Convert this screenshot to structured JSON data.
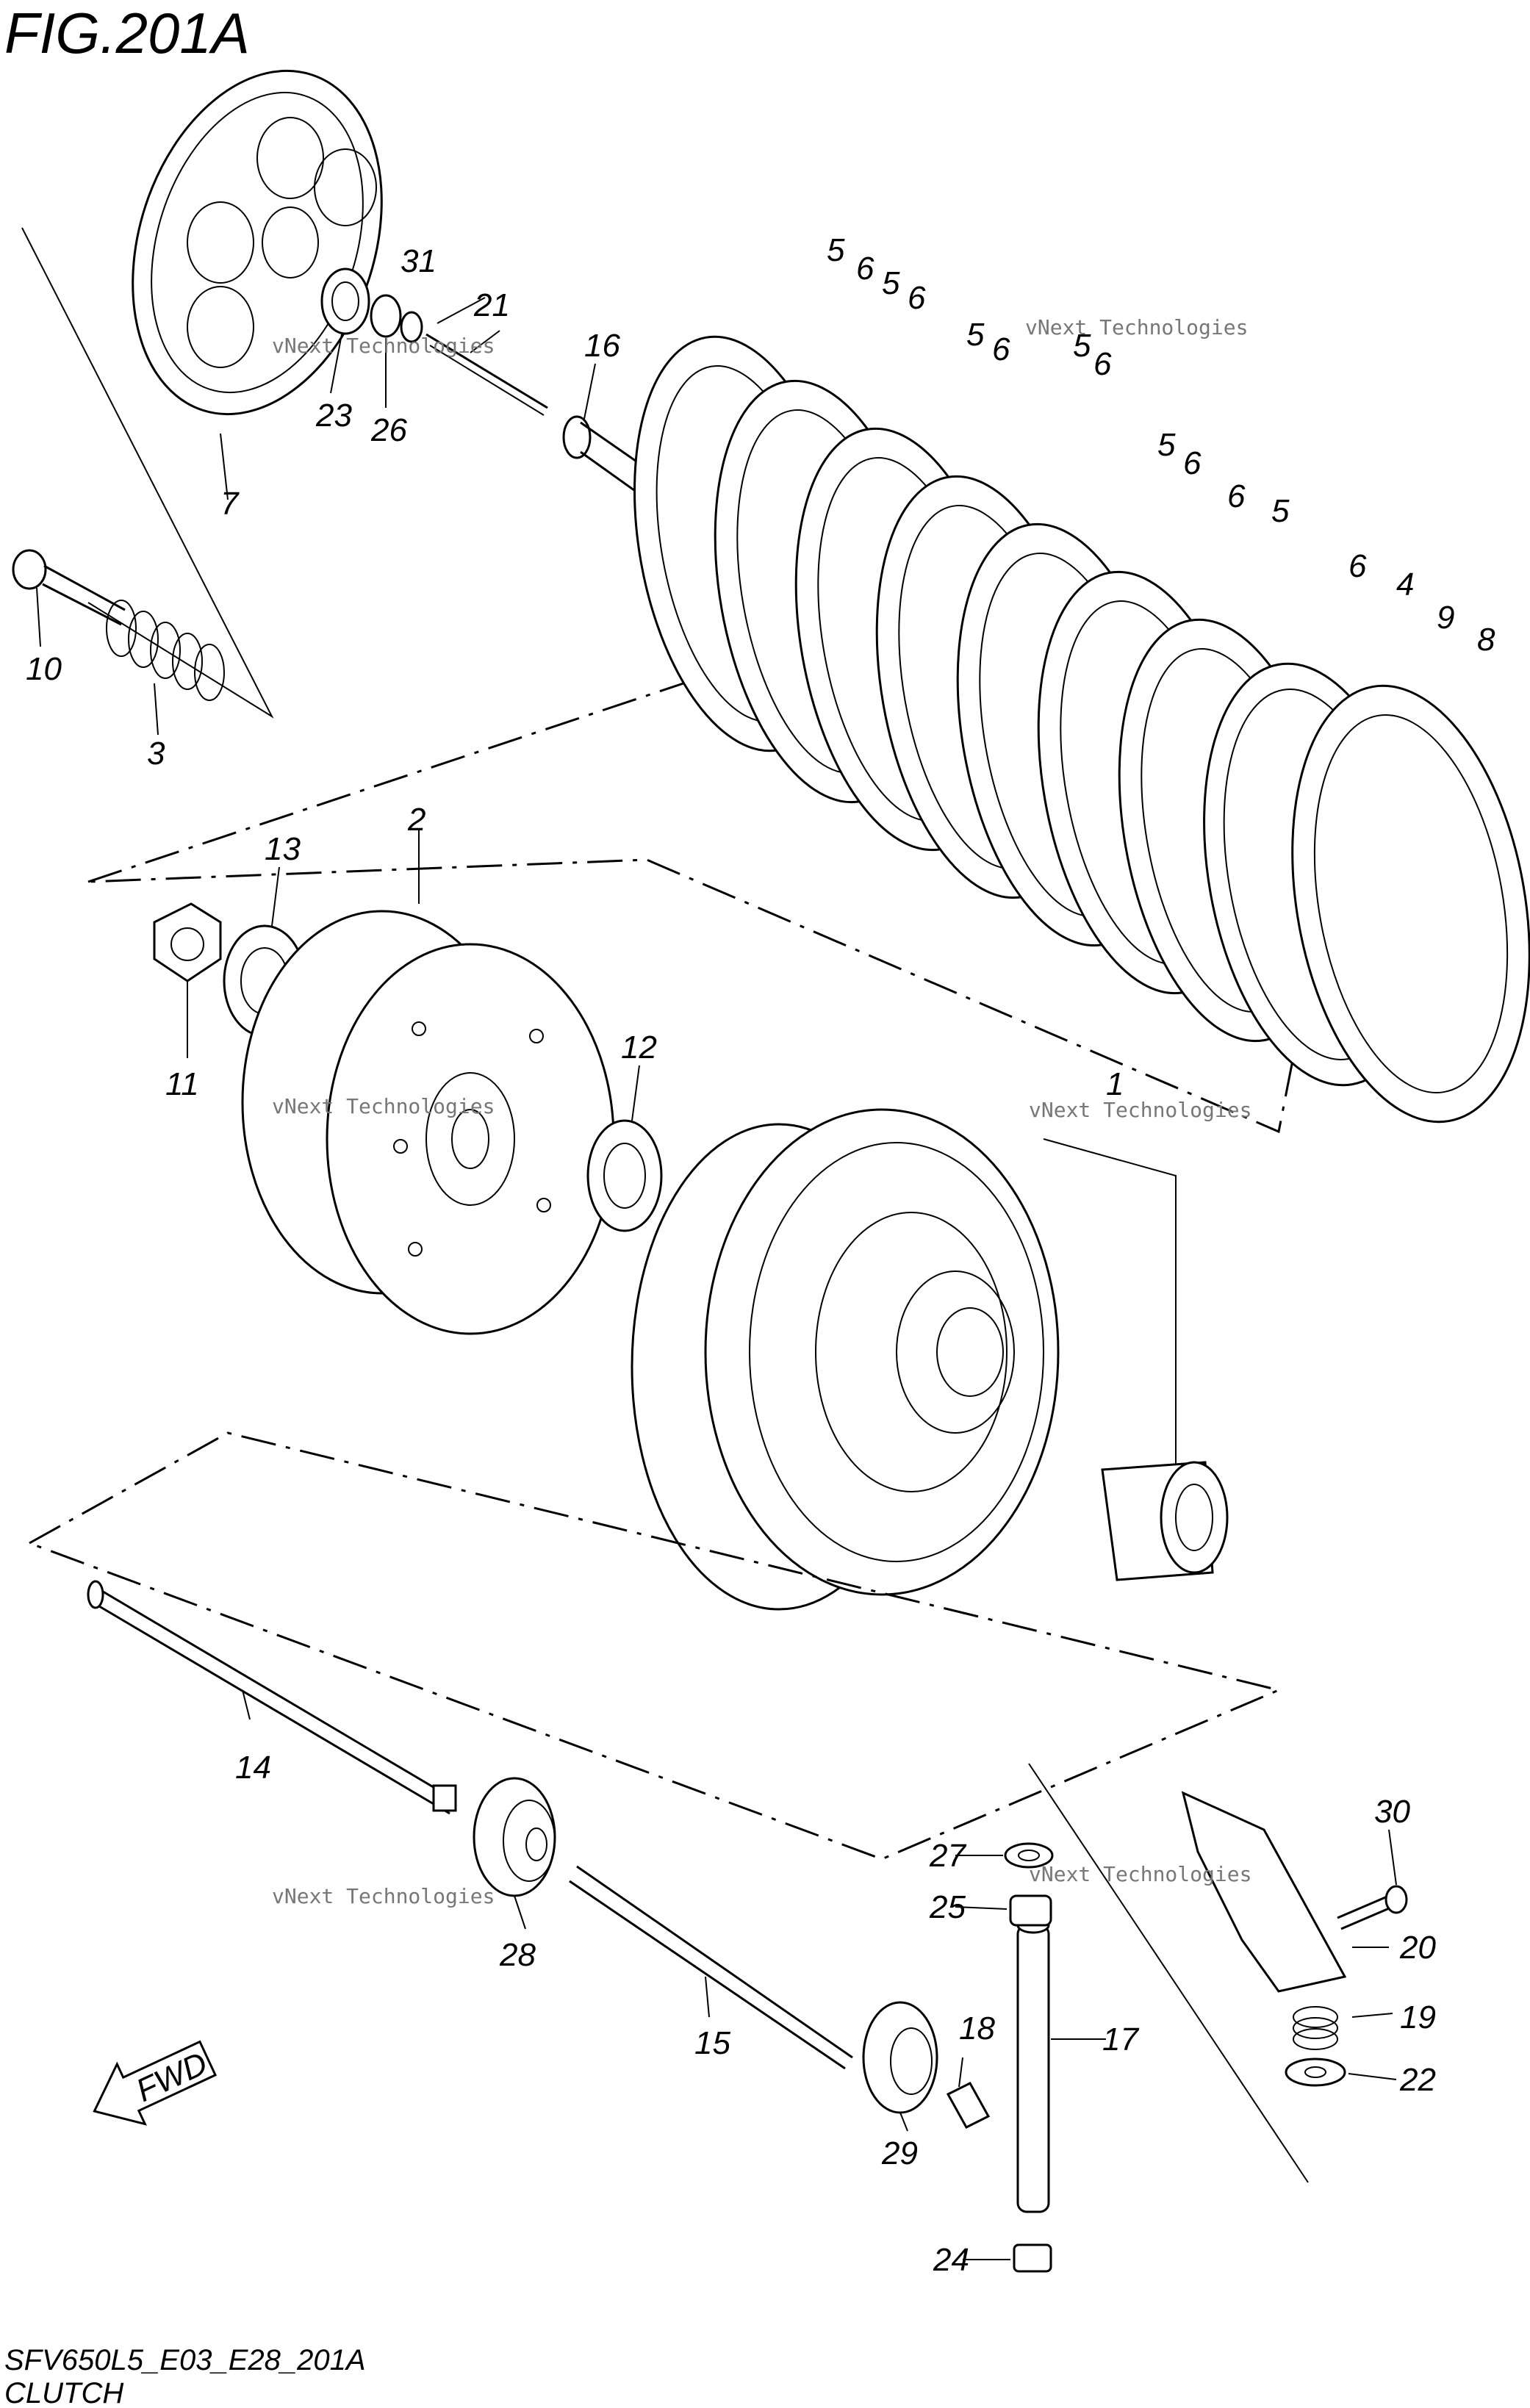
{
  "figure_title": "FIG.201A",
  "footer": {
    "model_code": "SFV650L5_E03_E28_201A",
    "section": "CLUTCH"
  },
  "direction_badge": "FWD",
  "watermarks": [
    {
      "line1": "vNext Technologies",
      "line2": "vNext Technologies"
    }
  ],
  "callouts": {
    "p1": "1",
    "p2": "2",
    "p3": "3",
    "p4": "4",
    "p5a": "5",
    "p5b": "5",
    "p5c": "5",
    "p5d": "5",
    "p5e": "5",
    "p5f": "5",
    "p6a": "6",
    "p6b": "6",
    "p6c": "6",
    "p6d": "6",
    "p6e": "6",
    "p6f": "6",
    "p6g": "6",
    "p7": "7",
    "p8": "8",
    "p9": "9",
    "p10": "10",
    "p11": "11",
    "p12": "12",
    "p13": "13",
    "p14": "14",
    "p15": "15",
    "p16": "16",
    "p17": "17",
    "p18": "18",
    "p19": "19",
    "p20": "20",
    "p21": "21",
    "p22": "22",
    "p23": "23",
    "p24": "24",
    "p25": "25",
    "p26": "26",
    "p27": "27",
    "p28": "28",
    "p29": "29",
    "p30": "30",
    "p31": "31"
  }
}
